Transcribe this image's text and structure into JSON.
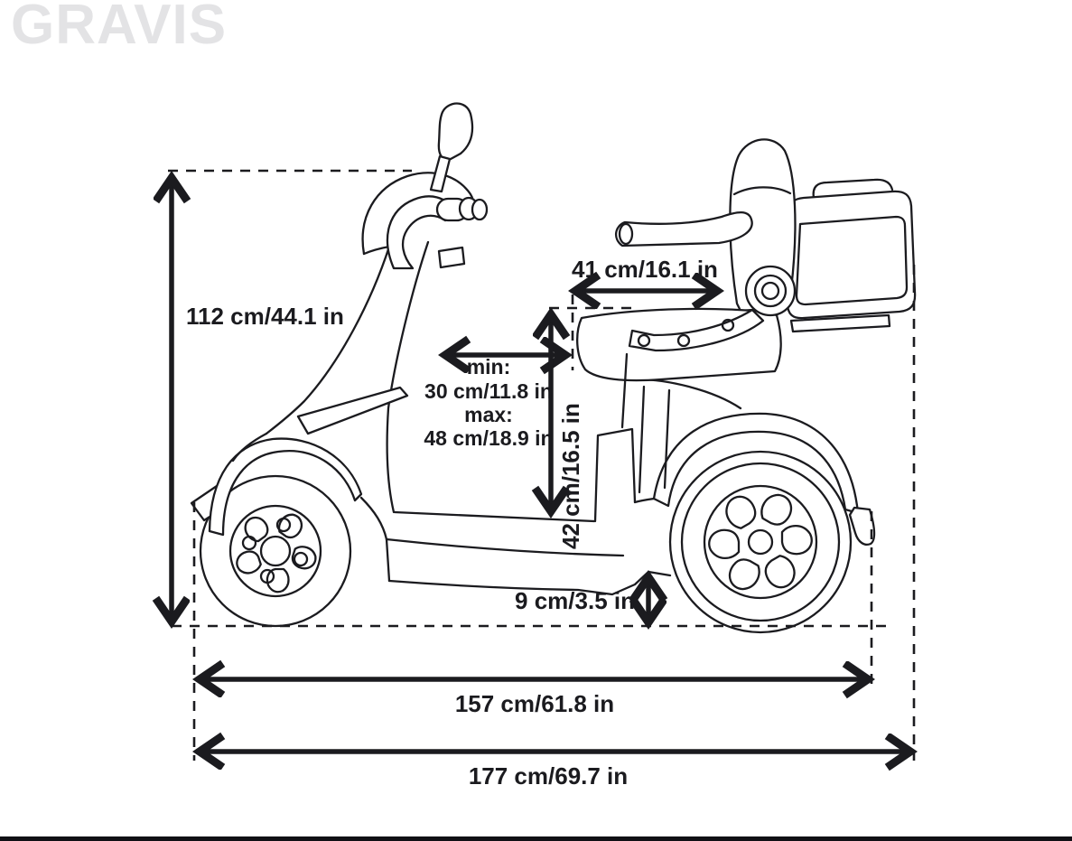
{
  "brand": {
    "logo_text": "GRAVIS"
  },
  "diagram": {
    "subject": "four-wheel-mobility-scooter-side-view",
    "line_color": "#1b1b1f",
    "logo_color": "#e3e3e5",
    "background": "#ffffff",
    "dimensions": {
      "overall_height": {
        "label": "112 cm/44.1 in"
      },
      "seat_width": {
        "label": "41 cm/16.1 in"
      },
      "legroom": {
        "line1": "min:",
        "line2": "30 cm/11.8 in",
        "line3": "max:",
        "line4": "48 cm/18.9 in"
      },
      "seat_height": {
        "label": "42 cm/16.5 in"
      },
      "ground_clearance": {
        "label": "9 cm/3.5 in"
      },
      "length_without_basket": {
        "label": "157 cm/61.8 in"
      },
      "overall_length": {
        "label": "177 cm/69.7 in"
      }
    }
  }
}
